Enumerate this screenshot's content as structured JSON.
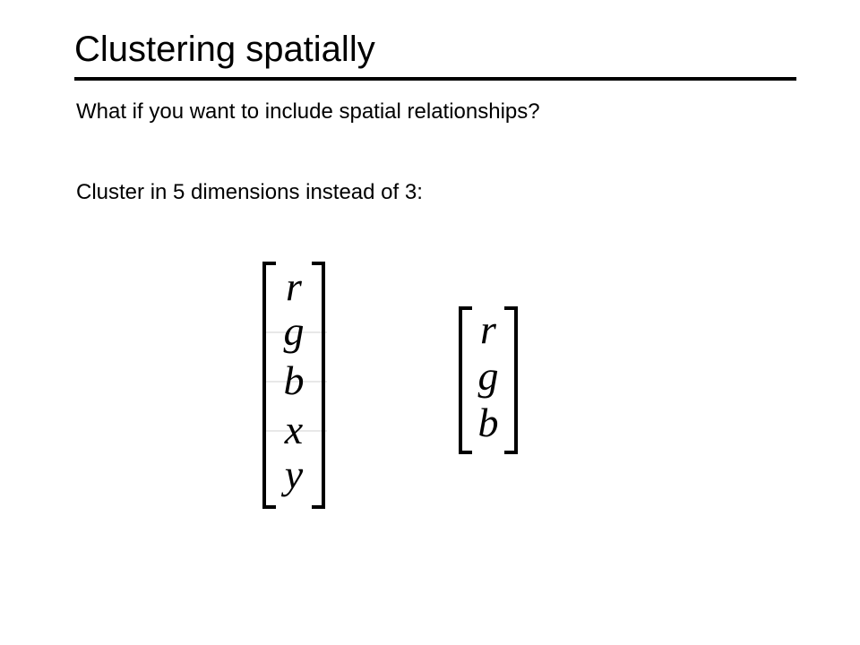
{
  "slide": {
    "title": "Clustering spatially",
    "lines": [
      "What if you want to include spatial relationships?",
      "Cluster in 5 dimensions instead of 3:"
    ]
  },
  "vectors": {
    "five_dim": [
      "r",
      "g",
      "b",
      "x",
      "y"
    ],
    "three_dim": [
      "r",
      "g",
      "b"
    ]
  }
}
